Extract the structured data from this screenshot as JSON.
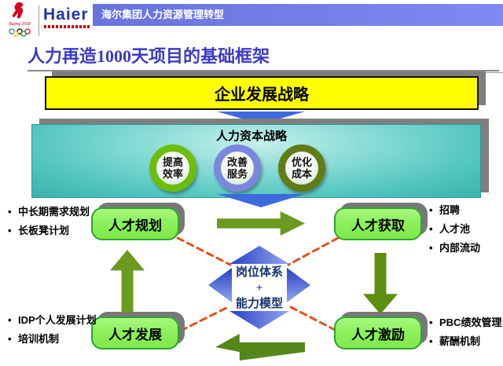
{
  "header": {
    "olympic_text": "Beijing 2008",
    "haier_logo_text": "Haier",
    "bar_title": "海尔集团人力资源管理转型"
  },
  "slide": {
    "title": "人力再造1000天项目的基础框架",
    "strategy_banner": "企业发展战略",
    "capital_box": {
      "title": "人力资本战略",
      "circles": [
        {
          "line1": "提高",
          "line2": "效率",
          "ring_color": "#6CBE0A"
        },
        {
          "line1": "改善",
          "line2": "服务",
          "ring_color": "#7B86DC"
        },
        {
          "line1": "优化",
          "line2": "成本",
          "ring_color": "#5F7D14"
        }
      ]
    },
    "boxes": {
      "planning": "人才规划",
      "acquisition": "人才获取",
      "development": "人才发展",
      "incentive": "人才激励"
    },
    "diamond": {
      "line1": "岗位体系",
      "line2": "+",
      "line3": "能力模型"
    },
    "bullets": {
      "top_left": [
        "中长期需求规划",
        "长板凳计划"
      ],
      "top_right": [
        "招聘",
        "人才池",
        "内部流动"
      ],
      "bottom_left": [
        "IDP个人发展计划",
        "培训机制"
      ],
      "bottom_right": [
        "PBC绩效管理",
        "薪酬机制"
      ]
    }
  },
  "colors": {
    "title_text": "#3A3AC8",
    "header_bar_blue": "#7580E8",
    "haier_blue": "#23379E",
    "banner_yellow": "#FFFF00",
    "teal_box": "#4FC3BE",
    "connector_blue": "#3E6AE0",
    "box_green": "#8DF05C",
    "arrow_olive": "#6B9A1E",
    "dashed_orange": "#E6501E",
    "diamond_blue": "#2740C2",
    "shadow_gray": "#7F7F7F"
  }
}
